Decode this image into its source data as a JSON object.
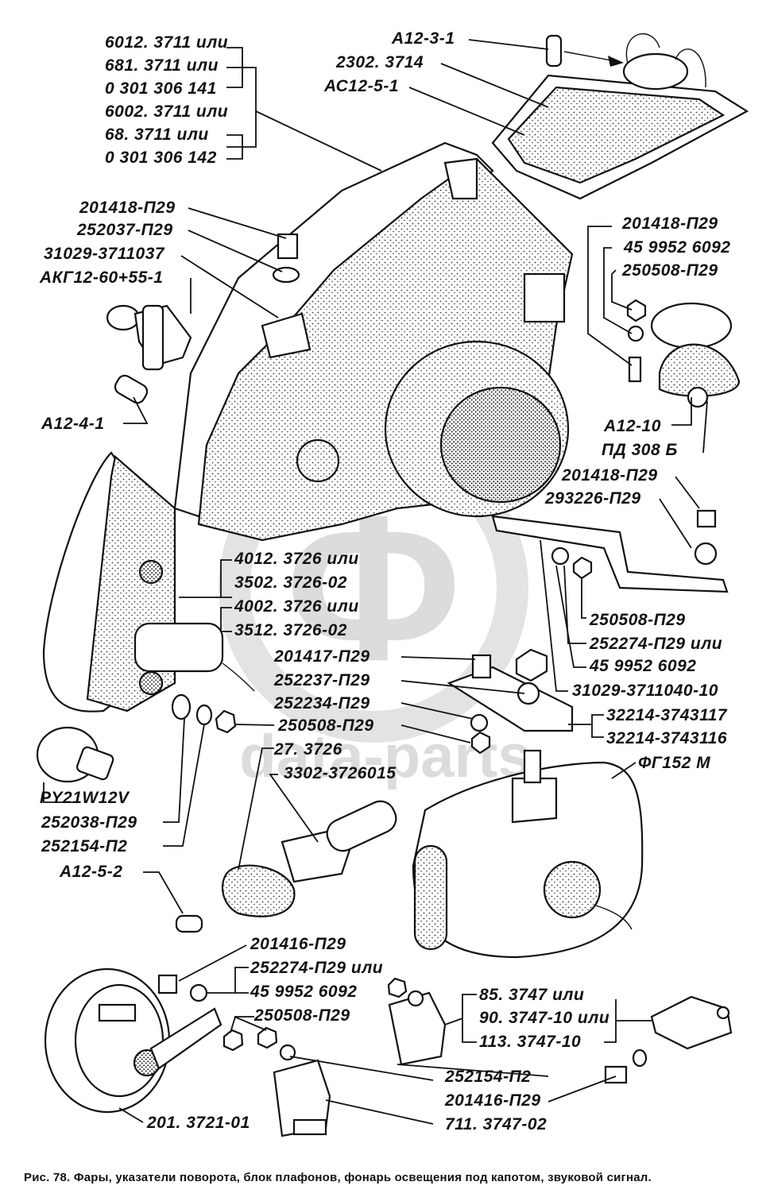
{
  "watermark": {
    "logo": "Ф",
    "text": "data-parts"
  },
  "labels": {
    "l01": "6012. 3711 или",
    "l02": "681. 3711  или",
    "l03": "0 301 306 141",
    "l04": "6002. 3711 или",
    "l05": "68. 3711   или",
    "l06": "0 301 306 142",
    "l07": "А12-3-1",
    "l08": "2302. 3714",
    "l09": "АС12-5-1",
    "l10": "201418-П29",
    "l11": "252037-П29",
    "l12": "31029-3711037",
    "l13": "АКГ12-60+55-1",
    "l14": "А12-4-1",
    "l15": "201418-П29",
    "l16": "45 9952 6092",
    "l17": "250508-П29",
    "l18": "А12-10",
    "l19": "ПД 308 Б",
    "l20": "201418-П29",
    "l21": "293226-П29",
    "l22": "4012. 3726 или",
    "l23": "3502. 3726-02",
    "l24": "4002. 3726 или",
    "l25": "3512. 3726-02",
    "l26": "250508-П29",
    "l27": "252274-П29 или",
    "l28": "45 9952 6092",
    "l29": "31029-3711040-10",
    "l30": "201417-П29",
    "l31": "252237-П29",
    "l32": "252234-П29",
    "l33": "250508-П29",
    "l34": "32214-3743117",
    "l35": "32214-3743116",
    "l36": "27. 3726",
    "l37": "3302-3726015",
    "l38": "ФГ152 М",
    "l39": "РY21W12V",
    "l40": "252038-П29",
    "l41": "252154-П2",
    "l42": "А12-5-2",
    "l43": "201416-П29",
    "l44": "252274-П29 или",
    "l45": "45 9952 6092",
    "l46": "250508-П29",
    "l47": "85. 3747  или",
    "l48": "90. 3747-10 или",
    "l49": "113. 3747-10",
    "l50": "252154-П2",
    "l51": "201416-П29",
    "l52": "201. 3721-01",
    "l53": "711. 3747-02"
  },
  "caption": "Рис. 78. Фары, указатели поворота, блок плафонов, фонарь освещения под капотом, звуковой сигнал."
}
